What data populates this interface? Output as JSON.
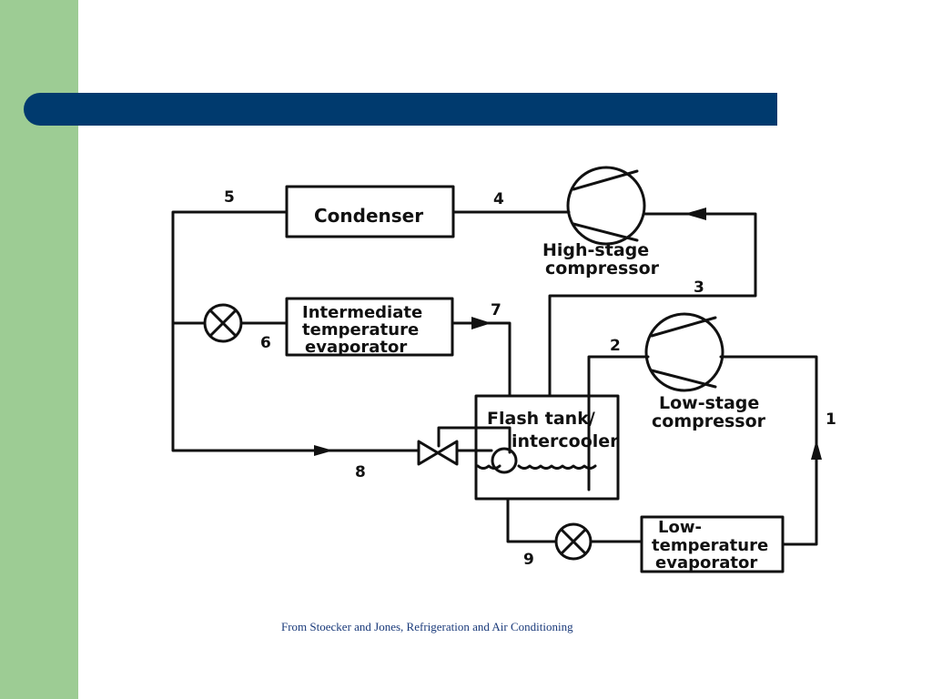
{
  "colors": {
    "side_band": "#9dcc94",
    "title_bar": "#003a6e",
    "caption_text": "#1a3a7a",
    "line": "#111111"
  },
  "diagram": {
    "components": {
      "condenser": "Condenser",
      "intermediate_evaporator": [
        "Intermediate",
        "temperature",
        "evaporator"
      ],
      "high_stage_compressor": [
        "High-stage",
        "compressor"
      ],
      "low_stage_compressor": [
        "Low-stage",
        "compressor"
      ],
      "flash_tank": [
        "Flash tank/",
        "intercooler"
      ],
      "low_temperature_evaporator": [
        "Low-",
        "temperature",
        "evaporator"
      ]
    },
    "state_points": [
      "1",
      "2",
      "3",
      "4",
      "5",
      "6",
      "7",
      "8",
      "9"
    ],
    "icons": [
      "expansion-valve-icon",
      "float-valve-icon",
      "compressor-icon",
      "flow-arrow-icon"
    ]
  },
  "caption": "From Stoecker and Jones, Refrigeration and Air Conditioning"
}
